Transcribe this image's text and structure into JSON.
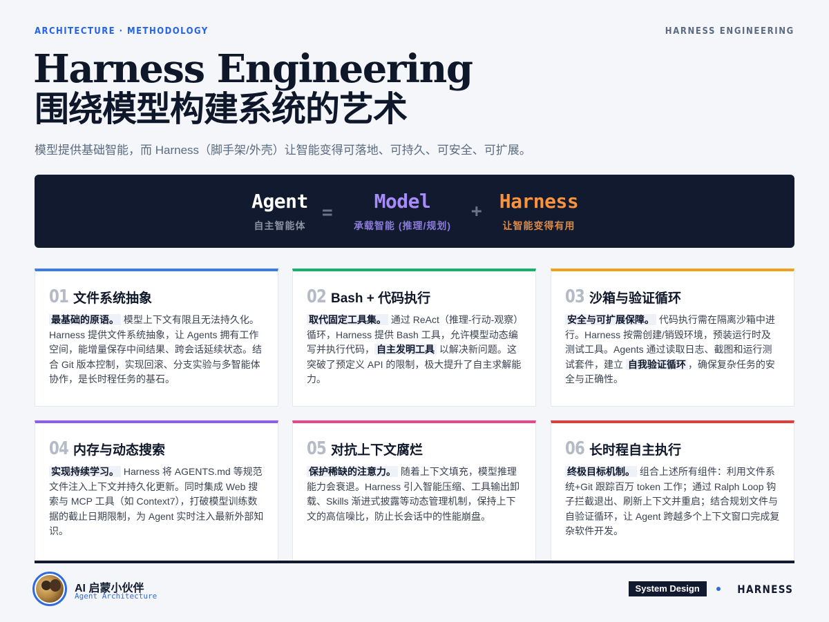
{
  "header": {
    "kicker": "ARCHITECTURE · METHODOLOGY",
    "brand": "HARNESS ENGINEERING",
    "title_en": "Harness Engineering",
    "title_zh": "围绕模型构建系统的艺术",
    "subtitle": "模型提供基础智能，而 Harness（脚手架/外壳）让智能变得可落地、可持久、可安全、可扩展。"
  },
  "formula": {
    "agent": {
      "label": "Agent",
      "desc": "自主智能体",
      "color": "#ffffff",
      "desc_color": "#8a92a3"
    },
    "equals": "=",
    "model": {
      "label": "Model",
      "desc": "承载智能 (推理/规划)",
      "color": "#a78bfa",
      "desc_color": "#8b7bd8"
    },
    "plus": "+",
    "harness": {
      "label": "Harness",
      "desc": "让智能变得有用",
      "color": "#fb923c",
      "desc_color": "#d98a4a"
    }
  },
  "cards": [
    {
      "num": "01",
      "title": "文件系统抽象",
      "accent": "#3b7ae8",
      "lead": "最基础的原语。",
      "body": [
        {
          "t": " 模型上下文有限且无法持久化。Harness 提供文件系统抽象，让 Agents 拥有工作空间，能增量保存中间结果、跨会话延续状态。结合 Git 版本控制，实现回滚、分支实验与多智能体协作，是长时程任务的基石。"
        }
      ]
    },
    {
      "num": "02",
      "title": "Bash + 代码执行",
      "accent": "#17b26a",
      "lead": "取代固定工具集。",
      "body": [
        {
          "t": " 通过 ReAct（推理-行动-观察）循环，Harness 提供 Bash 工具，允许模型动态编写并执行代码，"
        },
        {
          "h": "自主发明工具"
        },
        {
          "t": " 以解决新问题。这突破了预定义 API 的限制，极大提升了自主求解能力。"
        }
      ]
    },
    {
      "num": "03",
      "title": "沙箱与验证循环",
      "accent": "#f0a01a",
      "lead": "安全与可扩展保障。",
      "body": [
        {
          "t": " 代码执行需在隔离沙箱中进行。Harness 按需创建/销毁环境，预装运行时及测试工具。Agents 通过读取日志、截图和运行测试套件，建立 "
        },
        {
          "h": "自我验证循环"
        },
        {
          "t": "，确保复杂任务的安全与正确性。"
        }
      ]
    },
    {
      "num": "04",
      "title": "内存与动态搜索",
      "accent": "#8b5cf6",
      "lead": "实现持续学习。",
      "body": [
        {
          "t": " Harness 将 AGENTS.md 等规范文件注入上下文并持久化更新。同时集成 Web 搜索与 MCP 工具（如 Context7），打破模型训练数据的截止日期限制，为 Agent 实时注入最新外部知识。"
        }
      ]
    },
    {
      "num": "05",
      "title": "对抗上下文腐烂",
      "accent": "#e8468a",
      "lead": "保护稀缺的注意力。",
      "body": [
        {
          "t": " 随着上下文填充，模型推理能力会衰退。Harness 引入智能压缩、工具输出卸载、Skills 渐进式披露等动态管理机制，保持上下文的高信噪比，防止长会话中的性能崩盘。"
        }
      ]
    },
    {
      "num": "06",
      "title": "长时程自主执行",
      "accent": "#e23b3b",
      "lead": "终极目标机制。",
      "body": [
        {
          "t": " 组合上述所有组件：利用文件系统+Git 跟踪百万 token 工作；通过 Ralph Loop 钩子拦截退出、刷新上下文并重启；结合规划文件与自验证循环，让 Agent 跨越多个上下文窗口完成复杂软件开发。"
        }
      ]
    }
  ],
  "footer": {
    "author_name": "AI 启蒙小伙伴",
    "author_sub": "Agent Architecture",
    "tag": "System Design",
    "brand": "HARNESS"
  }
}
